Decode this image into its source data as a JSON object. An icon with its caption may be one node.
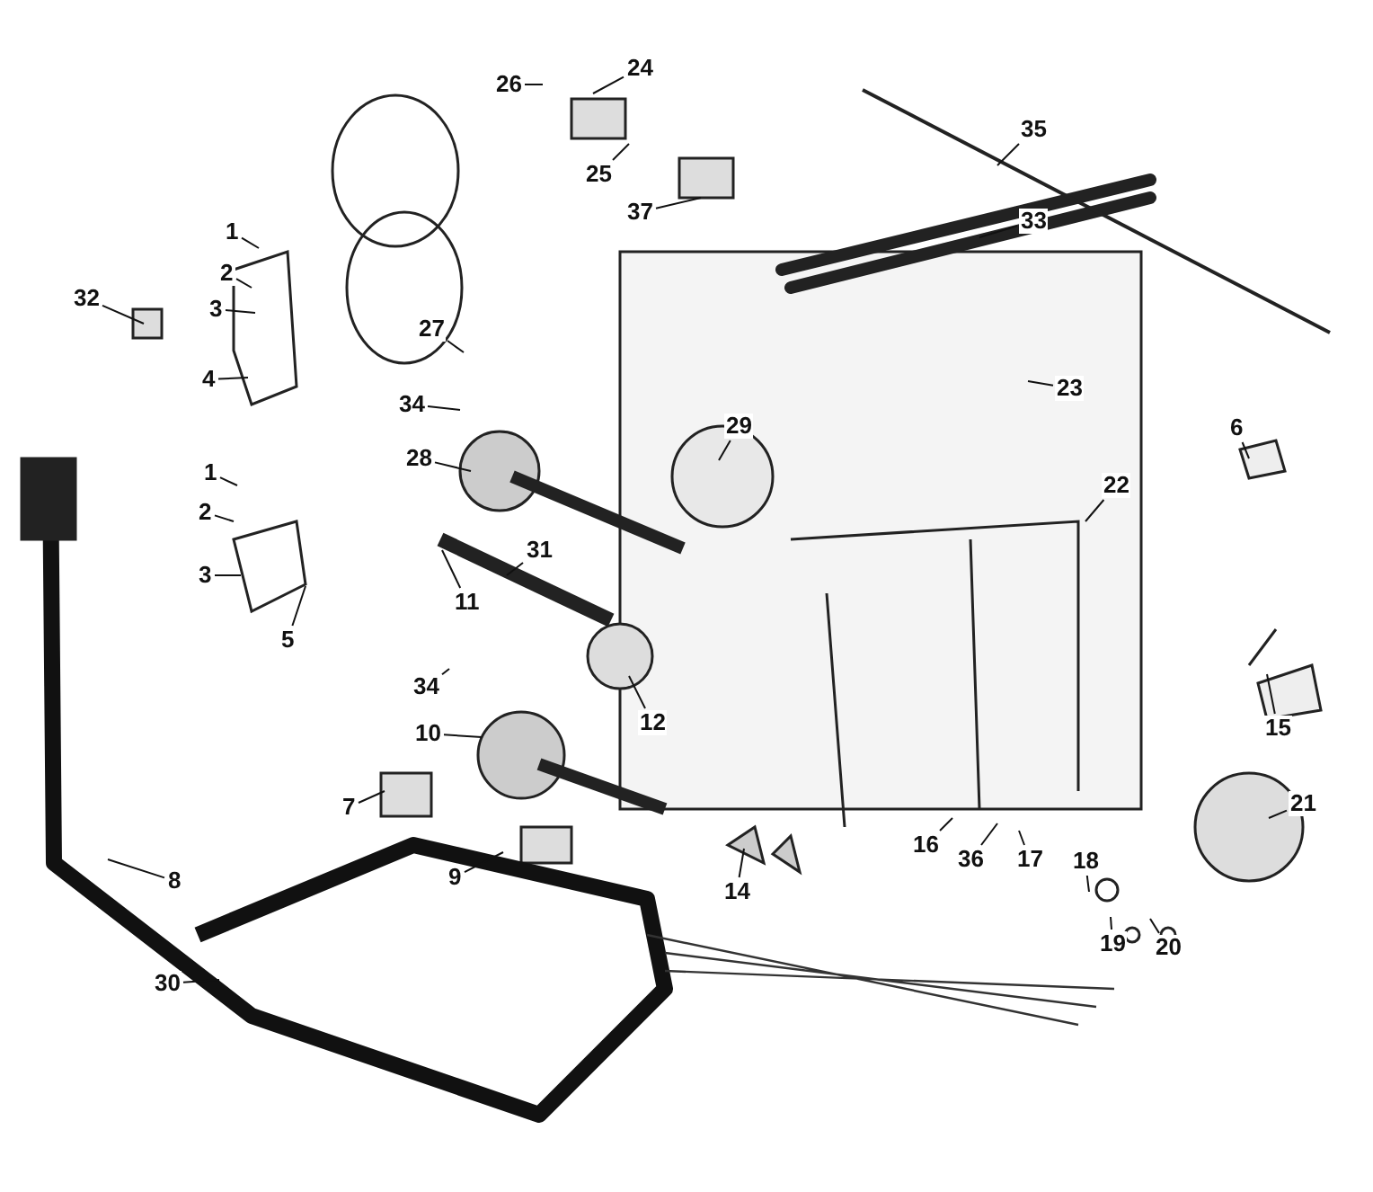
{
  "diagram": {
    "nodes": [
      {
        "text": [
          "26"
        ]
      },
      {
        "text": [
          "24"
        ]
      },
      {
        "text": [
          "25"
        ]
      },
      {
        "text": [
          "37"
        ]
      },
      {
        "text": [
          "35"
        ]
      },
      {
        "text": [
          "33"
        ]
      },
      {
        "text": [
          "1"
        ]
      },
      {
        "text": [
          "2"
        ]
      },
      {
        "text": [
          "3"
        ]
      },
      {
        "text": [
          "32"
        ]
      },
      {
        "text": [
          "4"
        ]
      },
      {
        "text": [
          "27"
        ]
      },
      {
        "text": [
          "34"
        ]
      },
      {
        "text": [
          "28"
        ]
      },
      {
        "text": [
          "29"
        ]
      },
      {
        "text": [
          "23"
        ]
      },
      {
        "text": [
          "22"
        ]
      },
      {
        "text": [
          "6"
        ]
      },
      {
        "text": [
          "1"
        ]
      },
      {
        "text": [
          "2"
        ]
      },
      {
        "text": [
          "3"
        ]
      },
      {
        "text": [
          "5"
        ]
      },
      {
        "text": [
          "31"
        ]
      },
      {
        "text": [
          "11"
        ]
      },
      {
        "text": [
          "34"
        ]
      },
      {
        "text": [
          "12"
        ]
      },
      {
        "text": [
          "10"
        ]
      },
      {
        "text": [
          "15"
        ]
      },
      {
        "text": [
          "7"
        ]
      },
      {
        "text": [
          "9"
        ]
      },
      {
        "text": [
          "14"
        ]
      },
      {
        "text": [
          "8"
        ]
      },
      {
        "text": [
          "30"
        ]
      },
      {
        "text": [
          "16"
        ]
      },
      {
        "text": [
          "36"
        ]
      },
      {
        "text": [
          "17"
        ]
      },
      {
        "text": [
          "18"
        ]
      },
      {
        "text": [
          "21"
        ]
      },
      {
        "text": [
          "19"
        ]
      },
      {
        "text": [
          "20"
        ]
      }
    ],
    "edges": [
      {
        "from": 0,
        "to": null,
        "arrow": "none"
      },
      {
        "from": 1,
        "to": null,
        "arrow": "none"
      },
      {
        "from": 2,
        "to": null,
        "arrow": "none"
      },
      {
        "from": 3,
        "to": null,
        "arrow": "none"
      },
      {
        "from": 4,
        "to": null,
        "arrow": "none"
      },
      {
        "from": 5,
        "to": null,
        "arrow": "none"
      },
      {
        "from": 6,
        "to": null,
        "arrow": "none"
      },
      {
        "from": 7,
        "to": null,
        "arrow": "none"
      },
      {
        "from": 8,
        "to": null,
        "arrow": "none"
      },
      {
        "from": 9,
        "to": null,
        "arrow": "none"
      },
      {
        "from": 10,
        "to": null,
        "arrow": "none"
      },
      {
        "from": 11,
        "to": null,
        "arrow": "none"
      },
      {
        "from": 12,
        "to": null,
        "arrow": "none"
      },
      {
        "from": 13,
        "to": null,
        "arrow": "none"
      },
      {
        "from": 14,
        "to": null,
        "arrow": "none"
      },
      {
        "from": 15,
        "to": null,
        "arrow": "none"
      },
      {
        "from": 16,
        "to": null,
        "arrow": "none"
      },
      {
        "from": 17,
        "to": null,
        "arrow": "none"
      },
      {
        "from": 18,
        "to": null,
        "arrow": "none"
      },
      {
        "from": 19,
        "to": null,
        "arrow": "none"
      },
      {
        "from": 20,
        "to": null,
        "arrow": "none"
      },
      {
        "from": 21,
        "to": null,
        "arrow": "none"
      },
      {
        "from": 22,
        "to": null,
        "arrow": "none"
      },
      {
        "from": 23,
        "to": null,
        "arrow": "none"
      },
      {
        "from": 24,
        "to": null,
        "arrow": "none"
      },
      {
        "from": 25,
        "to": null,
        "arrow": "none"
      },
      {
        "from": 26,
        "to": null,
        "arrow": "none"
      },
      {
        "from": 27,
        "to": null,
        "arrow": "none"
      },
      {
        "from": 28,
        "to": null,
        "arrow": "none"
      },
      {
        "from": 29,
        "to": null,
        "arrow": "none"
      },
      {
        "from": 30,
        "to": null,
        "arrow": "none"
      },
      {
        "from": 31,
        "to": null,
        "arrow": "none"
      },
      {
        "from": 32,
        "to": null,
        "arrow": "none"
      },
      {
        "from": 33,
        "to": null,
        "arrow": "none"
      },
      {
        "from": 34,
        "to": null,
        "arrow": "none"
      },
      {
        "from": 35,
        "to": null,
        "arrow": "none"
      },
      {
        "from": 36,
        "to": null,
        "arrow": "none"
      },
      {
        "from": 37,
        "to": null,
        "arrow": "none"
      },
      {
        "from": 38,
        "to": null,
        "arrow": "none"
      },
      {
        "from": 39,
        "to": null,
        "arrow": "none"
      }
    ]
  }
}
